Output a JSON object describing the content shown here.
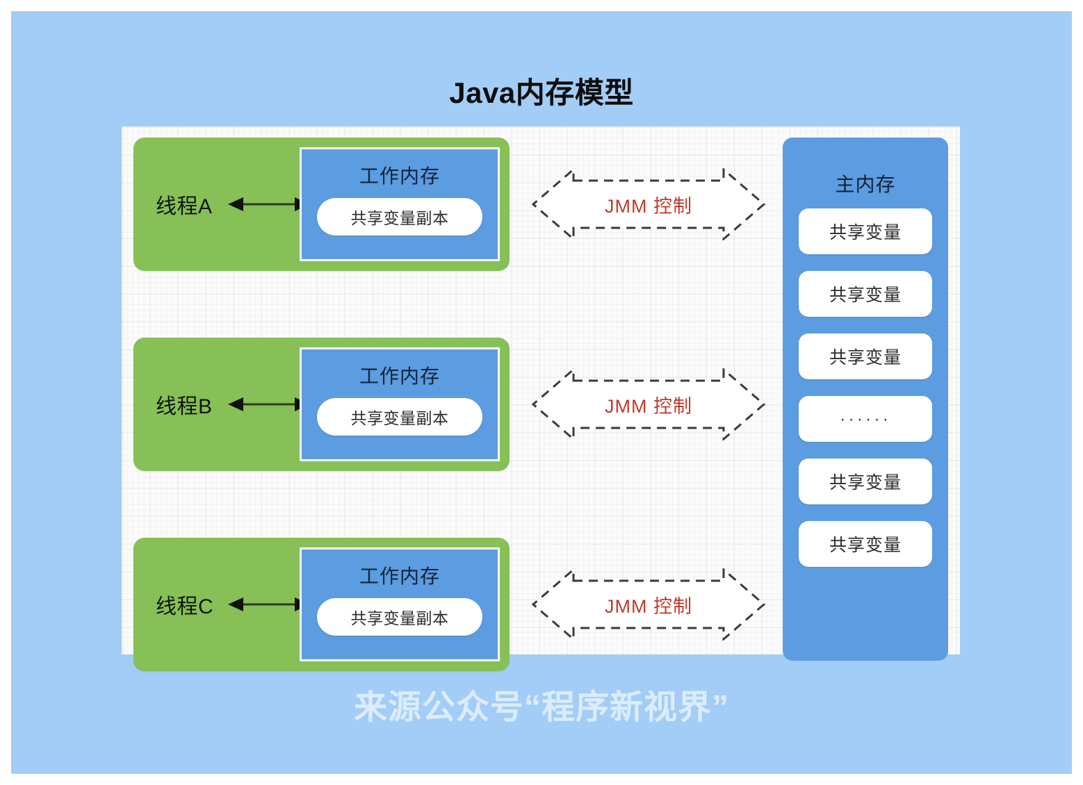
{
  "slide": {
    "title": "Java内存模型",
    "watermark": "来源公众号“程序新视界”",
    "background_color": "#a2cdf6",
    "canvas_color": "#fbfbfb"
  },
  "colors": {
    "thread_green": "#86c056",
    "memory_blue": "#5c9ce0",
    "pill_white": "#ffffff",
    "jmm_red": "#c0392b",
    "title_black": "#0d0d0d"
  },
  "threads": [
    {
      "label": "线程A",
      "working_memory_title": "工作内存",
      "shared_copy_label": "共享变量副本",
      "arrow": "bidirectional-arrow-icon"
    },
    {
      "label": "线程B",
      "working_memory_title": "工作内存",
      "shared_copy_label": "共享变量副本",
      "arrow": "bidirectional-arrow-icon"
    },
    {
      "label": "线程C",
      "working_memory_title": "工作内存",
      "shared_copy_label": "共享变量副本",
      "arrow": "bidirectional-arrow-icon"
    }
  ],
  "jmm_links": [
    {
      "label": "JMM 控制"
    },
    {
      "label": "JMM 控制"
    },
    {
      "label": "JMM 控制"
    }
  ],
  "main_memory": {
    "title": "主内存",
    "variables": [
      {
        "label": "共享变量",
        "kind": "variable"
      },
      {
        "label": "共享变量",
        "kind": "variable"
      },
      {
        "label": "共享变量",
        "kind": "variable"
      },
      {
        "label": "······",
        "kind": "ellipsis"
      },
      {
        "label": "共享变量",
        "kind": "variable"
      },
      {
        "label": "共享变量",
        "kind": "variable"
      }
    ]
  }
}
